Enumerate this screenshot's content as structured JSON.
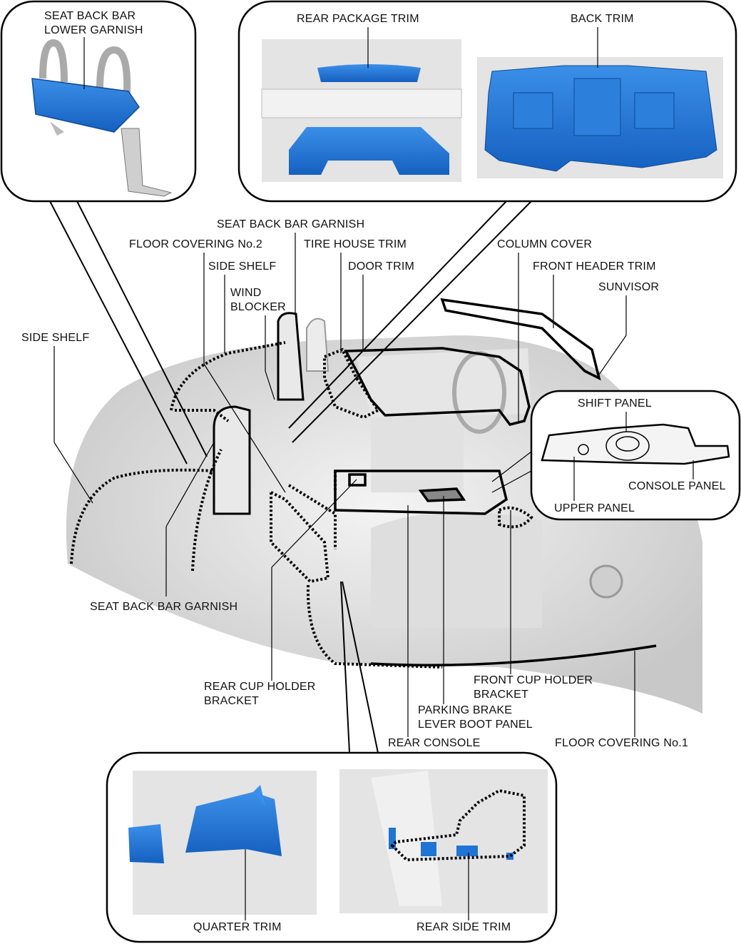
{
  "labels": {
    "seat_back_bar_lower_garnish_1": "SEAT BACK BAR",
    "seat_back_bar_lower_garnish_2": "LOWER GARNISH",
    "rear_package_trim": "REAR PACKAGE TRIM",
    "back_trim": "BACK TRIM",
    "seat_back_bar_garnish_top": "SEAT BACK BAR GARNISH",
    "floor_covering_2": "FLOOR COVERING No.2",
    "tire_house_trim": "TIRE HOUSE TRIM",
    "column_cover": "COLUMN COVER",
    "side_shelf_top": "SIDE SHELF",
    "door_trim": "DOOR TRIM",
    "front_header_trim": "FRONT HEADER TRIM",
    "sunvisor": "SUNVISOR",
    "wind_blocker_1": "WIND",
    "wind_blocker_2": "BLOCKER",
    "side_shelf_left": "SIDE SHELF",
    "shift_panel": "SHIFT PANEL",
    "console_panel": "CONSOLE PANEL",
    "upper_panel": "UPPER PANEL",
    "seat_back_bar_garnish_bottom": "SEAT BACK BAR GARNISH",
    "front_cup_holder_1": "FRONT CUP HOLDER",
    "front_cup_holder_2": "BRACKET",
    "rear_cup_holder_1": "REAR CUP HOLDER",
    "rear_cup_holder_2": "BRACKET",
    "parking_brake_1": "PARKING BRAKE",
    "parking_brake_2": "LEVER BOOT PANEL",
    "rear_console": "REAR CONSOLE",
    "floor_covering_1": "FLOOR COVERING No.1",
    "quarter_trim": "QUARTER TRIM",
    "rear_side_trim": "REAR SIDE TRIM"
  },
  "colors": {
    "part_blue": "#1f74d4",
    "outline": "#000000",
    "body_gray": "#d9d9d9"
  }
}
